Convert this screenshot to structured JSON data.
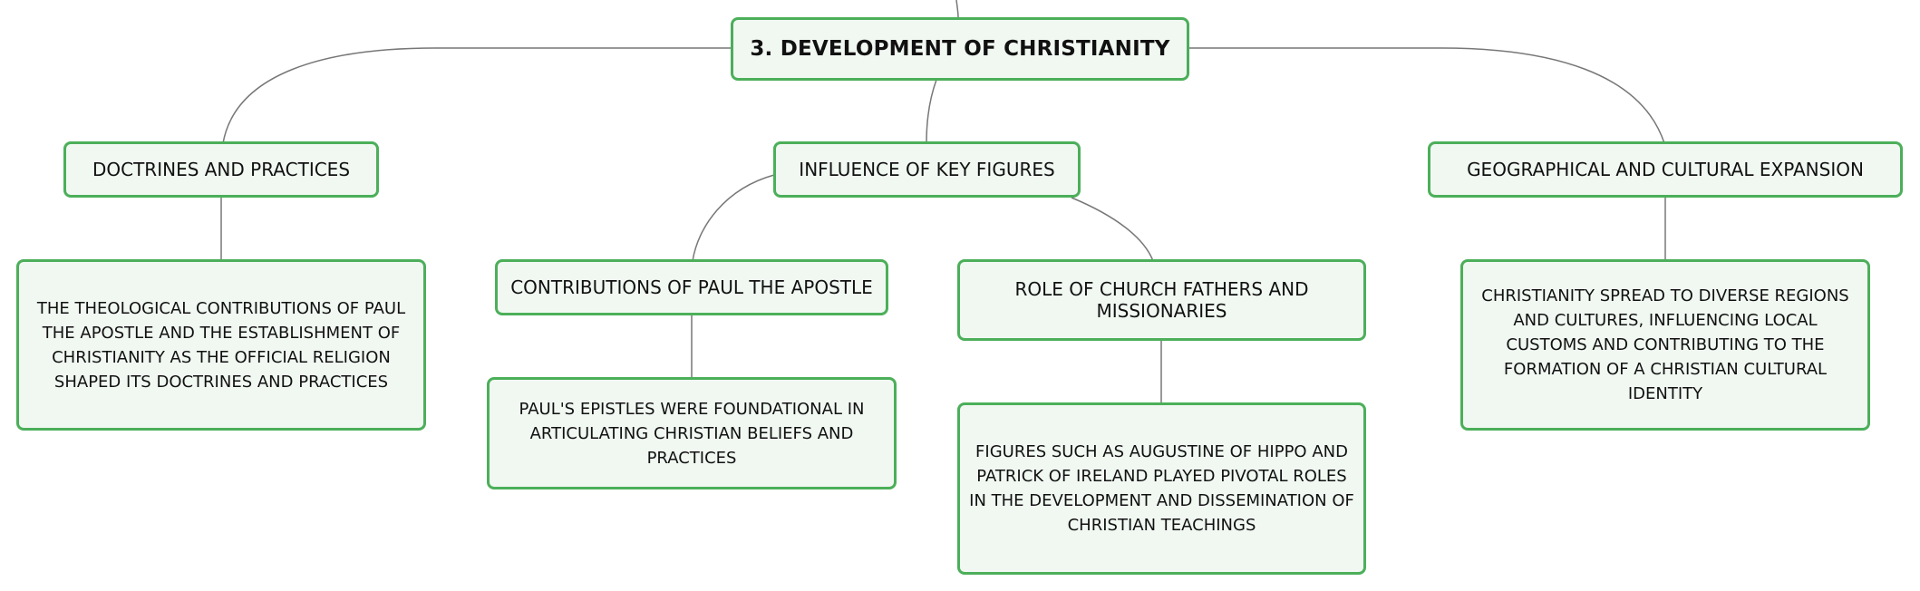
{
  "root": {
    "label": "3. DEVELOPMENT OF CHRISTIANITY"
  },
  "branches": {
    "doctrines": {
      "label": "DOCTRINES AND PRACTICES"
    },
    "figures": {
      "label": "INFLUENCE OF KEY FIGURES"
    },
    "expansion": {
      "label": "GEOGRAPHICAL AND CULTURAL EXPANSION"
    }
  },
  "subtopics": {
    "paul": {
      "label": "CONTRIBUTIONS OF PAUL THE APOSTLE"
    },
    "fathers": {
      "label": "ROLE OF CHURCH FATHERS AND MISSIONARIES"
    }
  },
  "details": {
    "doctrines": {
      "text": "THE THEOLOGICAL CONTRIBUTIONS OF PAUL THE APOSTLE AND THE ESTABLISHMENT OF CHRISTIANITY AS THE OFFICIAL RELIGION SHAPED ITS DOCTRINES AND PRACTICES"
    },
    "paul": {
      "text": "PAUL'S EPISTLES WERE FOUNDATIONAL IN ARTICULATING CHRISTIAN BELIEFS AND PRACTICES"
    },
    "fathers": {
      "text": "FIGURES SUCH AS AUGUSTINE OF HIPPO AND PATRICK OF IRELAND PLAYED PIVOTAL ROLES IN THE DEVELOPMENT AND DISSEMINATION OF CHRISTIAN TEACHINGS"
    },
    "expansion": {
      "text": "CHRISTIANITY SPREAD TO DIVERSE REGIONS AND CULTURES, INFLUENCING LOCAL CUSTOMS AND CONTRIBUTING TO THE FORMATION OF A CHRISTIAN CULTURAL IDENTITY"
    }
  },
  "colors": {
    "node_border": "#4caf5a",
    "node_fill": "#f1f8f2",
    "connector": "#777777",
    "text": "#111111"
  }
}
